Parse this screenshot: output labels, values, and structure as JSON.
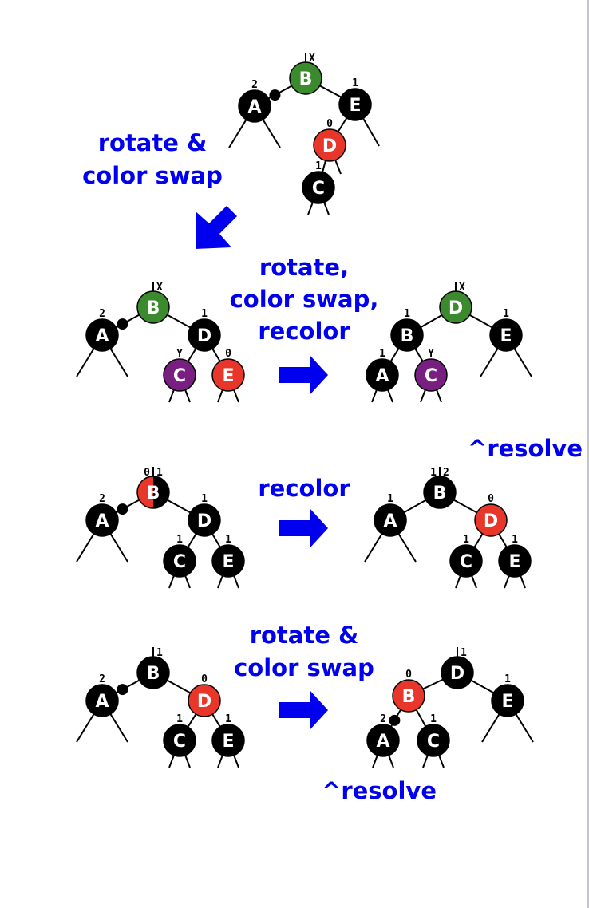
{
  "colors": {
    "black": "#000000",
    "red": "#e8372a",
    "green": "#3c8a2e",
    "purple": "#7a1f82",
    "half": "split-red-black",
    "text_blue": "#0000ee",
    "arrow_blue": "#0000ee"
  },
  "captions": {
    "step1": [
      "rotate &",
      "color swap"
    ],
    "step2": [
      "rotate,",
      "color swap,",
      "recolor"
    ],
    "step3": [
      "recolor"
    ],
    "step4": [
      "rotate &",
      "color swap"
    ],
    "resolve_3": "^resolve",
    "resolve_4": "^resolve"
  },
  "trees": [
    {
      "id": "tree-1-start",
      "nodes": [
        {
          "key": "B",
          "color": "green",
          "anno": "X",
          "root": true,
          "parent_bar": true
        },
        {
          "key": "A",
          "color": "black",
          "anno": "2",
          "extra_dot": true
        },
        {
          "key": "E",
          "color": "black",
          "anno": "1"
        },
        {
          "key": "D",
          "color": "red",
          "anno": "0"
        },
        {
          "key": "C",
          "color": "black",
          "anno": "1"
        }
      ]
    },
    {
      "id": "tree-2-before",
      "nodes": [
        {
          "key": "B",
          "color": "green",
          "anno": "X",
          "root": true,
          "parent_bar": true
        },
        {
          "key": "A",
          "color": "black",
          "anno": "2",
          "extra_dot": true
        },
        {
          "key": "D",
          "color": "black",
          "anno": "1"
        },
        {
          "key": "C",
          "color": "purple",
          "anno": "Y"
        },
        {
          "key": "E",
          "color": "red",
          "anno": "0"
        }
      ]
    },
    {
      "id": "tree-2-after",
      "nodes": [
        {
          "key": "D",
          "color": "green",
          "anno": "X",
          "root": true,
          "parent_bar": true
        },
        {
          "key": "B",
          "color": "black",
          "anno": "1"
        },
        {
          "key": "E",
          "color": "black",
          "anno": "1"
        },
        {
          "key": "A",
          "color": "black",
          "anno": "1"
        },
        {
          "key": "C",
          "color": "purple",
          "anno": "Y"
        }
      ]
    },
    {
      "id": "tree-3-before",
      "nodes": [
        {
          "key": "B",
          "color": "half",
          "anno": "0|1",
          "root": true,
          "parent_bar": true
        },
        {
          "key": "A",
          "color": "black",
          "anno": "2",
          "extra_dot": true
        },
        {
          "key": "D",
          "color": "black",
          "anno": "1"
        },
        {
          "key": "C",
          "color": "black",
          "anno": "1"
        },
        {
          "key": "E",
          "color": "black",
          "anno": "1"
        }
      ]
    },
    {
      "id": "tree-3-after",
      "nodes": [
        {
          "key": "B",
          "color": "black",
          "anno": "1|2",
          "root": true,
          "parent_bar": true
        },
        {
          "key": "A",
          "color": "black",
          "anno": "1"
        },
        {
          "key": "D",
          "color": "red",
          "anno": "0"
        },
        {
          "key": "C",
          "color": "black",
          "anno": "1"
        },
        {
          "key": "E",
          "color": "black",
          "anno": "1"
        }
      ]
    },
    {
      "id": "tree-4-before",
      "nodes": [
        {
          "key": "B",
          "color": "black",
          "anno": "1",
          "root": true,
          "parent_bar": true
        },
        {
          "key": "A",
          "color": "black",
          "anno": "2",
          "extra_dot": true
        },
        {
          "key": "D",
          "color": "red",
          "anno": "0"
        },
        {
          "key": "C",
          "color": "black",
          "anno": "1"
        },
        {
          "key": "E",
          "color": "black",
          "anno": "1"
        }
      ]
    },
    {
      "id": "tree-4-after",
      "nodes": [
        {
          "key": "D",
          "color": "black",
          "anno": "1",
          "root": true,
          "parent_bar": true
        },
        {
          "key": "B",
          "color": "red",
          "anno": "0"
        },
        {
          "key": "E",
          "color": "black",
          "anno": "1"
        },
        {
          "key": "A",
          "color": "black",
          "anno": "2",
          "extra_dot": true
        },
        {
          "key": "C",
          "color": "black",
          "anno": "1"
        }
      ]
    }
  ]
}
